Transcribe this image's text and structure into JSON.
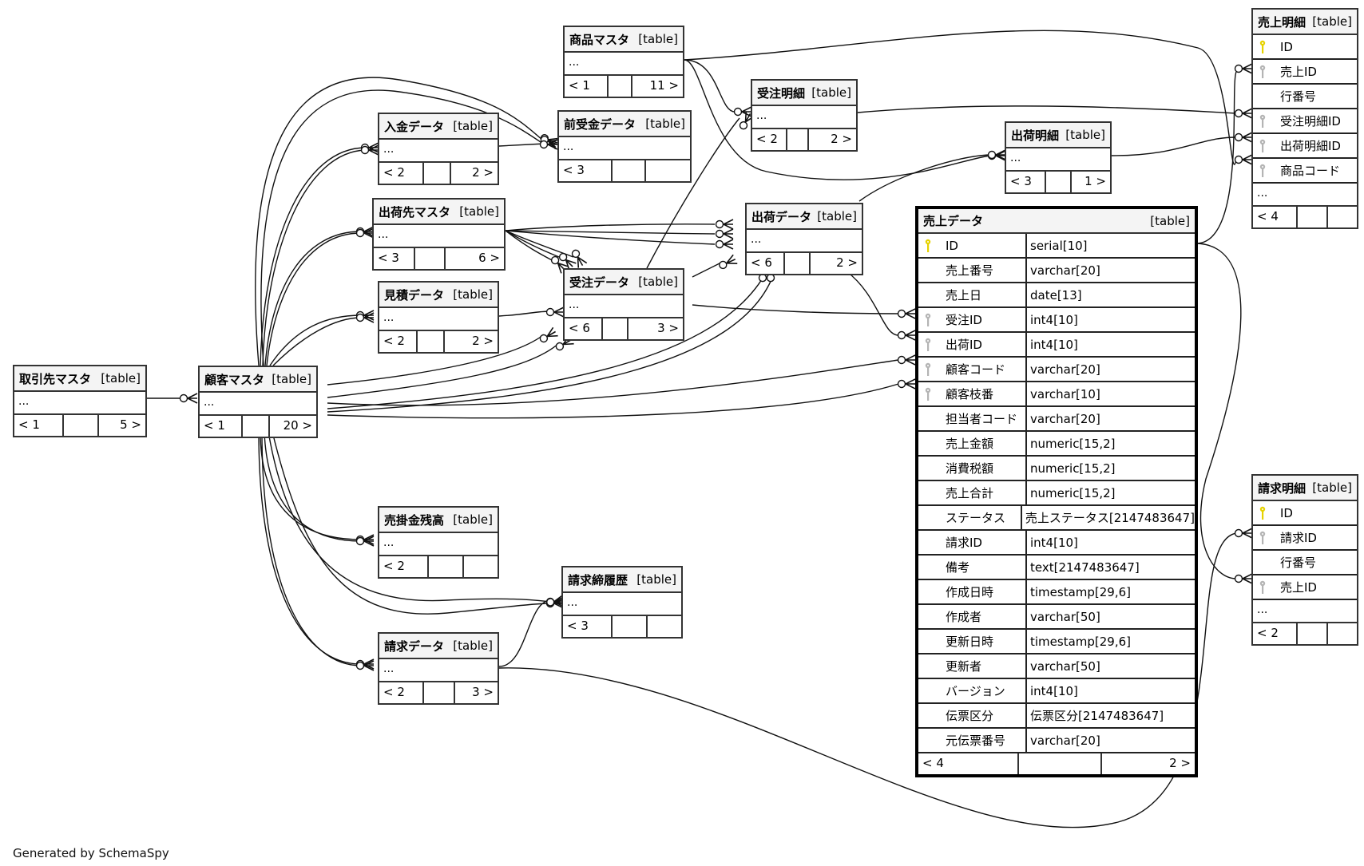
{
  "footer": "Generated by SchemaSpy",
  "type_label": "[table]",
  "ellipsis": "...",
  "colors": {
    "pk_key": "#e6d200",
    "fk_key": "#b4b4b4",
    "border": "#333333",
    "header_bg": "#f4f4f4"
  },
  "tables": {
    "torihikisaki": {
      "name": "取引先マスタ",
      "parents": "< 1",
      "children": "5 >"
    },
    "kokyaku": {
      "name": "顧客マスタ",
      "parents": "< 1",
      "children": "20 >"
    },
    "shohin": {
      "name": "商品マスタ",
      "parents": "< 1",
      "children": "11 >"
    },
    "nyukin": {
      "name": "入金データ",
      "parents": "< 2",
      "children": "2 >"
    },
    "maeuke": {
      "name": "前受金データ",
      "parents": "< 3",
      "children": ""
    },
    "juchu_meisai": {
      "name": "受注明細",
      "parents": "< 2",
      "children": "2 >"
    },
    "shukka_meisai": {
      "name": "出荷明細",
      "parents": "< 3",
      "children": "1 >"
    },
    "shukkasaki": {
      "name": "出荷先マスタ",
      "parents": "< 3",
      "children": "6 >"
    },
    "shukka": {
      "name": "出荷データ",
      "parents": "< 6",
      "children": "2 >"
    },
    "mitsumori": {
      "name": "見積データ",
      "parents": "< 2",
      "children": "2 >"
    },
    "juchu": {
      "name": "受注データ",
      "parents": "< 6",
      "children": "3 >"
    },
    "urikake": {
      "name": "売掛金残高",
      "parents": "< 2",
      "children": ""
    },
    "seikyu_shime": {
      "name": "請求締履歴",
      "parents": "< 3",
      "children": ""
    },
    "seikyu": {
      "name": "請求データ",
      "parents": "< 2",
      "children": "3 >"
    },
    "uriage_meisai": {
      "name": "売上明細",
      "parents": "< 4",
      "children": "",
      "columns": [
        {
          "name": "ID",
          "key": "pk"
        },
        {
          "name": "売上ID",
          "key": "fk"
        },
        {
          "name": "行番号",
          "key": ""
        },
        {
          "name": "受注明細ID",
          "key": "fk"
        },
        {
          "name": "出荷明細ID",
          "key": "fk"
        },
        {
          "name": "商品コード",
          "key": "fk"
        }
      ]
    },
    "seikyu_meisai": {
      "name": "請求明細",
      "parents": "< 2",
      "children": "",
      "columns": [
        {
          "name": "ID",
          "key": "pk"
        },
        {
          "name": "請求ID",
          "key": "fk"
        },
        {
          "name": "行番号",
          "key": ""
        },
        {
          "name": "売上ID",
          "key": "fk"
        }
      ]
    },
    "uriage": {
      "name": "売上データ",
      "parents": "< 4",
      "children": "2 >",
      "columns": [
        {
          "name": "ID",
          "type": "serial[10]",
          "key": "pk"
        },
        {
          "name": "売上番号",
          "type": "varchar[20]",
          "key": ""
        },
        {
          "name": "売上日",
          "type": "date[13]",
          "key": ""
        },
        {
          "name": "受注ID",
          "type": "int4[10]",
          "key": "fk"
        },
        {
          "name": "出荷ID",
          "type": "int4[10]",
          "key": "fk"
        },
        {
          "name": "顧客コード",
          "type": "varchar[20]",
          "key": "fk"
        },
        {
          "name": "顧客枝番",
          "type": "varchar[10]",
          "key": "fk"
        },
        {
          "name": "担当者コード",
          "type": "varchar[20]",
          "key": ""
        },
        {
          "name": "売上金額",
          "type": "numeric[15,2]",
          "key": ""
        },
        {
          "name": "消費税額",
          "type": "numeric[15,2]",
          "key": ""
        },
        {
          "name": "売上合計",
          "type": "numeric[15,2]",
          "key": ""
        },
        {
          "name": "ステータス",
          "type": "売上ステータス[2147483647]",
          "key": ""
        },
        {
          "name": "請求ID",
          "type": "int4[10]",
          "key": ""
        },
        {
          "name": "備考",
          "type": "text[2147483647]",
          "key": ""
        },
        {
          "name": "作成日時",
          "type": "timestamp[29,6]",
          "key": ""
        },
        {
          "name": "作成者",
          "type": "varchar[50]",
          "key": ""
        },
        {
          "name": "更新日時",
          "type": "timestamp[29,6]",
          "key": ""
        },
        {
          "name": "更新者",
          "type": "varchar[50]",
          "key": ""
        },
        {
          "name": "バージョン",
          "type": "int4[10]",
          "key": ""
        },
        {
          "name": "伝票区分",
          "type": "伝票区分[2147483647]",
          "key": ""
        },
        {
          "name": "元伝票番号",
          "type": "varchar[20]",
          "key": ""
        }
      ]
    }
  }
}
